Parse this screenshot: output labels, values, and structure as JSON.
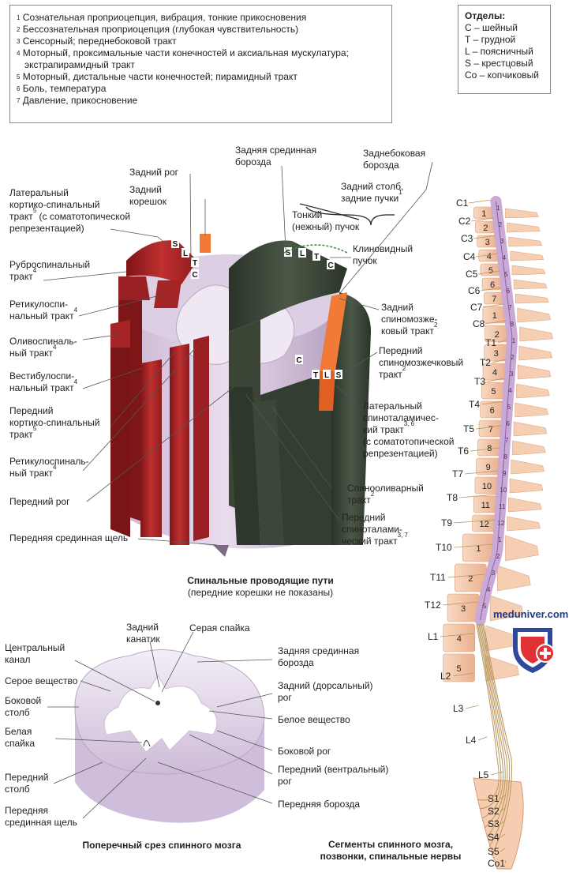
{
  "legend": {
    "items": [
      {
        "n": "1",
        "text": "Сознательная проприоцепция, вибрация, тонкие прикосновения"
      },
      {
        "n": "2",
        "text": "Бессознательная проприоцепция (глубокая чувствительность)"
      },
      {
        "n": "3",
        "text": "Сенсорный; переднебоковой тракт"
      },
      {
        "n": "4",
        "text": "Моторный, проксимальные части конечностей и аксиальная мускулатура;"
      },
      {
        "n": "",
        "text": "экстрапирамидный тракт"
      },
      {
        "n": "5",
        "text": "Моторный, дистальные части конечностей; пирамидный тракт"
      },
      {
        "n": "6",
        "text": "Боль, температура"
      },
      {
        "n": "7",
        "text": "Давление, прикосновение"
      }
    ]
  },
  "sections": {
    "title": "Отделы:",
    "items": [
      "С – шейный",
      "Т – грудной",
      "L – поясничный",
      "S – крестцовый",
      "Co – копчиковый"
    ]
  },
  "top_diagram": {
    "labels": {
      "posterior_horn": "Задний рог",
      "posterior_root_1": "Задний",
      "posterior_root_2": "корешок",
      "post_median_sulcus_1": "Задняя срединная",
      "post_median_sulcus_2": "борозда",
      "posterolateral_sulcus_1": "Заднебоковая",
      "posterolateral_sulcus_2": "борозда",
      "posterior_column_1": "Задний столб,",
      "posterior_column_2": "задние пучки",
      "posterior_column_sup": "1",
      "gracile_1": "Тонкий",
      "gracile_2": "(нежный) пучок",
      "cuneate_1": "Клиновидный",
      "cuneate_2": "пучок",
      "lat_cst_1": "Латеральный",
      "lat_cst_2": "кортико-спинальный",
      "lat_cst_3": "тракт",
      "lat_cst_3b": " (с соматотопической",
      "lat_cst_sup": "5",
      "lat_cst_4": "репрезентацией)",
      "rubro_1": "Руброспинальный",
      "rubro_2": "тракт",
      "rubro_sup": "4",
      "reticulo1_1": "Ретикулоспи-",
      "reticulo1_2": "нальный тракт",
      "reticulo1_sup": "4",
      "olivo_1": "Оливоспиналь-",
      "olivo_2": "ный тракт",
      "olivo_sup": "4",
      "vestibulo_1": "Вестибулоспи-",
      "vestibulo_2": "нальный тракт",
      "vestibulo_sup": "4",
      "ant_cst_1": "Передний",
      "ant_cst_2": "кортико-спинальный",
      "ant_cst_3": "тракт",
      "ant_cst_sup": "5",
      "reticulo2_1": "Ретикулоспиналь-",
      "reticulo2_2": "ный тракт",
      "reticulo2_sup": "4",
      "anterior_horn": "Передний рог",
      "ant_median_fissure": "Передняя срединная щель",
      "post_spinocb_1": "Задний",
      "post_spinocb_2": "спиномозже-",
      "post_spinocb_3": "ковый тракт",
      "post_spinocb_sup": "2",
      "ant_spinocb_1": "Передний",
      "ant_spinocb_2": "спиномозжечковый",
      "ant_spinocb_3": "тракт",
      "ant_spinocb_sup": "2",
      "lat_stt_1": "Латеральный",
      "lat_stt_2": "спиноталамичес-",
      "lat_stt_3": "кий тракт",
      "lat_stt_sup": "3, 6",
      "lat_stt_4": "(с соматотопической",
      "lat_stt_5": "репрезентацией)",
      "spinoolivary_1": "Спинооливарный",
      "spinoolivary_2": "тракт",
      "spinoolivary_sup": "2",
      "ant_stt_1": "Передний",
      "ant_stt_2": "спиноталами-",
      "ant_stt_3": "ческий тракт",
      "ant_stt_sup": "3, 7"
    },
    "letters_left": [
      "S",
      "L",
      "T",
      "C"
    ],
    "letters_dorsal": [
      "S",
      "L",
      "T",
      "C"
    ],
    "letters_right": [
      "C",
      "T",
      "L",
      "S"
    ],
    "caption_title": "Спинальные проводящие пути",
    "caption_sub": "(передние корешки не показаны)"
  },
  "bottom_diagram": {
    "labels": {
      "posterior_canal_1": "Задний",
      "posterior_canal_2": "канатик",
      "gray_commissure": "Серая спайка",
      "central_canal_1": "Центральный",
      "central_canal_2": "канал",
      "gray_matter": "Серое вещество",
      "lateral_column_1": "Боковой",
      "lateral_column_2": "столб",
      "white_commissure_1": "Белая",
      "white_commissure_2": "спайка",
      "anterior_column_1": "Передний",
      "anterior_column_2": "столб",
      "ant_median_1": "Передняя",
      "ant_median_2": "срединная щель",
      "post_median_1": "Задняя срединная",
      "post_median_2": "борозда",
      "dorsal_horn_1": "Задний (дорсальный)",
      "dorsal_horn_2": "рог",
      "white_matter": "Белое вещество",
      "lateral_horn": "Боковой рог",
      "ventral_horn_1": "Передний (вентральный)",
      "ventral_horn_2": "рог",
      "anterior_sulcus": "Передняя борозда"
    },
    "caption": "Поперечный срез спинного мозга"
  },
  "spine": {
    "nerve_labels": [
      "C1",
      "C2",
      "C3",
      "C4",
      "C5",
      "C6",
      "C7",
      "C8",
      "T1",
      "T2",
      "T3",
      "T4",
      "T5",
      "T6",
      "T7",
      "T8",
      "T9",
      "T10",
      "T11",
      "T12",
      "L1",
      "L2",
      "L3",
      "L4",
      "L5",
      "S1",
      "S2",
      "S3",
      "S4",
      "S5",
      "Co1"
    ],
    "vertebra_numbers": [
      "1",
      "2",
      "3",
      "4",
      "5",
      "6",
      "7",
      "1",
      "2",
      "3",
      "4",
      "5",
      "6",
      "7",
      "8",
      "9",
      "10",
      "11",
      "12",
      "1",
      "2",
      "3",
      "4",
      "5"
    ],
    "cord_numbers": [
      "1",
      "2",
      "3",
      "4",
      "5",
      "6",
      "7",
      "8",
      "1",
      "2",
      "3",
      "4",
      "5",
      "6",
      "7",
      "8",
      "9",
      "10",
      "11",
      "12",
      "1",
      "2",
      "3",
      "4",
      "5"
    ],
    "caption_1": "Сегменты спинного мозга,",
    "caption_2": "позвонки, спинальные нервы",
    "watermark": "meduniver.com"
  },
  "colors": {
    "red_tract": "#b0262a",
    "green_tract": "#3f4a3a",
    "orange_tract": "#f07a36",
    "white_matter": "#d9c9de",
    "bone": "#f4c8a8",
    "cord": "#c9a9d6"
  }
}
